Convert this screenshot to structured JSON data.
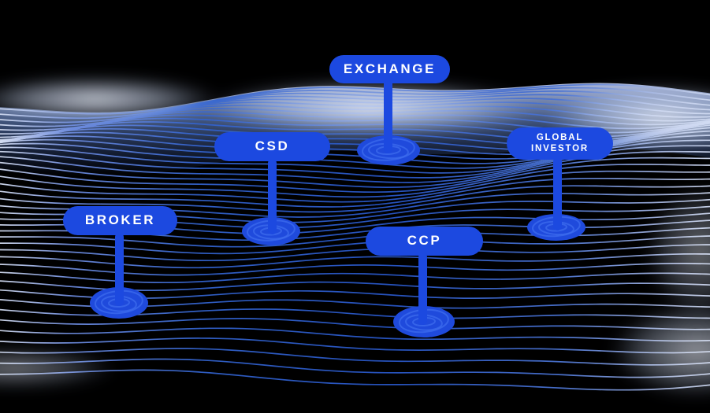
{
  "diagram": {
    "nodes": [
      {
        "id": "exchange",
        "label": "EXCHANGE"
      },
      {
        "id": "csd",
        "label": "CSD"
      },
      {
        "id": "global-investor",
        "label": "GLOBAL INVESTOR"
      },
      {
        "id": "broker",
        "label": "BROKER"
      },
      {
        "id": "ccp",
        "label": "CCP"
      }
    ]
  },
  "colors": {
    "background": "#000000",
    "pill": "#1c49e0",
    "pill_text": "#ffffff",
    "knot": "#1f4adc",
    "knot_texture": "#3e6cee",
    "wave_line_mid": "#2e5ec9",
    "wave_line_deep": "#2856c6",
    "wave_line_light": "#b7c3e6",
    "wave_edge_light": "#d4ddf1",
    "haze": "#eef2fc"
  }
}
